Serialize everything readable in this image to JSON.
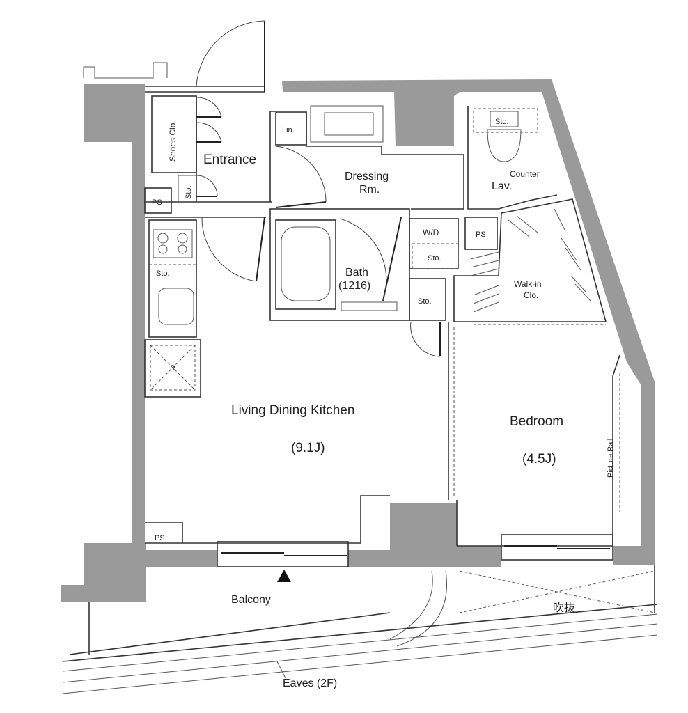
{
  "labels": {
    "shoes_clo": "Shoes Clo.",
    "entrance": "Entrance",
    "lin": "Lin.",
    "dressing": "Dressing",
    "rm": "Rm.",
    "sto_entrance": "Sto.",
    "sto_counter": "Sto.",
    "lav": "Lav.",
    "counter": "Counter",
    "ps_entrance": "PS",
    "ps_wd": "PS",
    "ps_bottom": "PS",
    "wd": "W/D",
    "sto_wd": "Sto.",
    "bath": "Bath",
    "bath_size": "(1216)",
    "sto_kitchen": "Sto.",
    "sto_hall": "Sto.",
    "walkin": "Walk-in",
    "clo": "Clo.",
    "r": "R",
    "ldk": "Living Dining Kitchen",
    "ldk_size": "(9.1J)",
    "bedroom": "Bedroom",
    "bedroom_size": "(4.5J)",
    "picture_rail": "Picture Rail",
    "balcony": "Balcony",
    "fukinuke": "吹抜",
    "eaves": "Eaves (2F)"
  },
  "colors": {
    "wall": "#9a9a9a",
    "line": "#333333"
  }
}
